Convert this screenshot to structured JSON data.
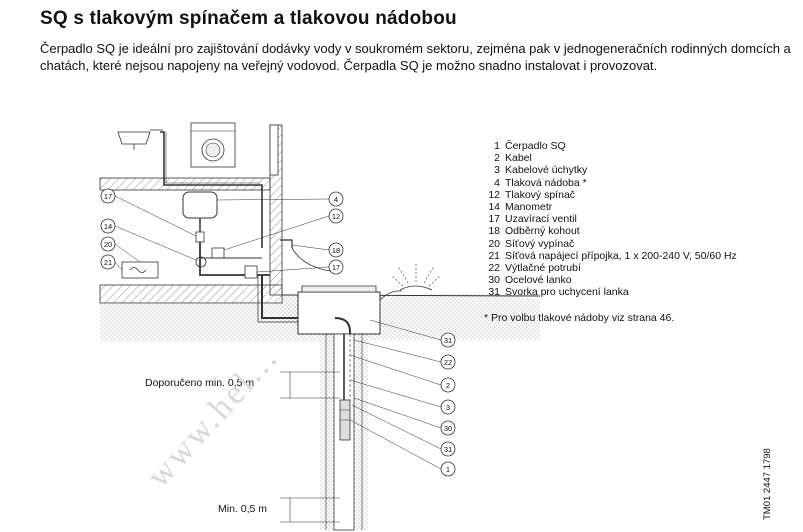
{
  "title": "SQ s tlakovým spínačem a tlakovou nádobou",
  "intro": "Čerpadlo SQ je ideální pro zajištování dodávky vody v soukromém sektoru, zejména pak v jednogeneračních rodinných domcích a chatách, které nejsou napojeny na veřejný vodovod. Čerpadla SQ je možno snadno instalovat i provozovat.",
  "legend": [
    {
      "num": "1",
      "label": "Čerpadlo SQ"
    },
    {
      "num": "2",
      "label": "Kabel"
    },
    {
      "num": "3",
      "label": "Kabelové úchytky"
    },
    {
      "num": "4",
      "label": "Tlaková nádoba *"
    },
    {
      "num": "12",
      "label": "Tlakový spínač"
    },
    {
      "num": "14",
      "label": "Manometr"
    },
    {
      "num": "17",
      "label": "Uzavírací ventil"
    },
    {
      "num": "18",
      "label": "Odběrný kohout"
    },
    {
      "num": "20",
      "label": "Síťový vypínač"
    },
    {
      "num": "21",
      "label": "Síťová napájecí přípojka, 1 x 200-240 V, 50/60 Hz"
    },
    {
      "num": "22",
      "label": "Výtlačné potrubí"
    },
    {
      "num": "30",
      "label": "Ocelové lanko"
    },
    {
      "num": "31",
      "label": "Svorka pro uchycení lanka"
    }
  ],
  "footnote": "*  Pro volbu tlakové nádoby viz strana 46.",
  "diagram": {
    "dim_recommended": "Doporučeno min. 0,5 m",
    "dim_min": "Min. 0,5 m",
    "callouts_left": [
      "17",
      "14",
      "20",
      "21"
    ],
    "callouts_right_upper": [
      "4",
      "12",
      "18",
      "17"
    ],
    "callouts_right_lower": [
      "31",
      "22",
      "2",
      "3",
      "30",
      "31",
      "1"
    ]
  },
  "doc_code": "TM01 2447 1798",
  "watermark": "www.hel..."
}
